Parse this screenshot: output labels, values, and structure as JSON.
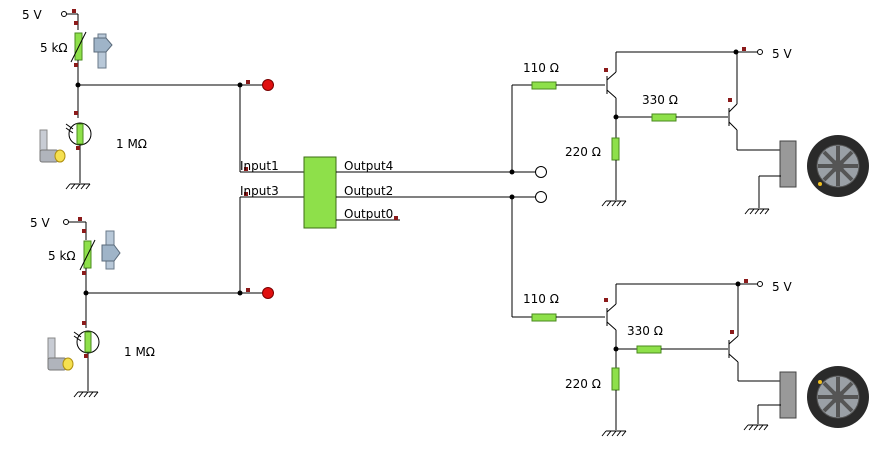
{
  "labels": {
    "supply": "5 V",
    "pot": "5 kΩ",
    "ldr": "1 MΩ",
    "r_base": "110 Ω",
    "r_mid": "330 Ω",
    "r_pull": "220 Ω"
  },
  "logic_block": {
    "input_a": "Input1",
    "input_b": "Input3",
    "output_a": "Output4",
    "output_b": "Output2",
    "output_c": "Output0"
  },
  "colors": {
    "resistor": "#8ee04a",
    "block": "#8ee04a",
    "probe": "#e01010",
    "motor": "#999999"
  },
  "icons": {
    "lamp": "lamp-icon",
    "wheel": "wheel-icon",
    "slider": "slider-icon"
  }
}
